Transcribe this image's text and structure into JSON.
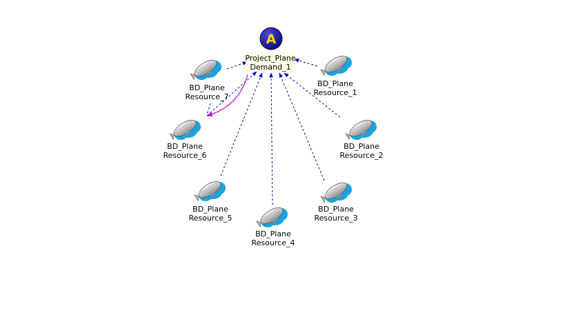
{
  "center": {
    "badge": "A",
    "label_line1": "Project_Plane",
    "label_line2": "Demand_1",
    "icon": "agent-a-icon"
  },
  "nodes": [
    {
      "id": "resource-1",
      "label_line1": "BD_Plane",
      "label_line2": "Resource_1",
      "icon": "airship-icon"
    },
    {
      "id": "resource-2",
      "label_line1": "BD_Plane",
      "label_line2": "Resource_2",
      "icon": "airship-icon"
    },
    {
      "id": "resource-3",
      "label_line1": "BD_Plane",
      "label_line2": "Resource_3",
      "icon": "airship-icon"
    },
    {
      "id": "resource-4",
      "label_line1": "BD_Plane",
      "label_line2": "Resource_4",
      "icon": "airship-icon"
    },
    {
      "id": "resource-5",
      "label_line1": "BD_Plane",
      "label_line2": "Resource_5",
      "icon": "airship-icon"
    },
    {
      "id": "resource-6",
      "label_line1": "BD_Plane",
      "label_line2": "Resource_6",
      "icon": "airship-icon"
    },
    {
      "id": "resource-7",
      "label_line1": "BD_Plane",
      "label_line2": "Resource_7",
      "icon": "airship-icon"
    }
  ],
  "edges": [
    {
      "from": "resource-1",
      "to": "center",
      "style": "dashed",
      "color": "#0000cc"
    },
    {
      "from": "resource-2",
      "to": "center",
      "style": "dashed",
      "color": "#0000cc"
    },
    {
      "from": "resource-3",
      "to": "center",
      "style": "dashed",
      "color": "#0000cc"
    },
    {
      "from": "resource-4",
      "to": "center",
      "style": "dashed",
      "color": "#0000cc"
    },
    {
      "from": "resource-5",
      "to": "center",
      "style": "dashed",
      "color": "#0000cc"
    },
    {
      "from": "resource-6",
      "to": "center",
      "style": "dashed",
      "color": "#0000cc"
    },
    {
      "from": "resource-7",
      "to": "center",
      "style": "dashed",
      "color": "#0000cc"
    },
    {
      "from": "center",
      "to": "resource-7",
      "style": "solid-curve",
      "color": "#cc00cc"
    }
  ],
  "colors": {
    "edge": "#0000cc",
    "curve": "#cc00cc",
    "badge_fill": "#1a1aa6",
    "badge_text": "#ffd21a",
    "cloud": "#1aa3e0"
  }
}
